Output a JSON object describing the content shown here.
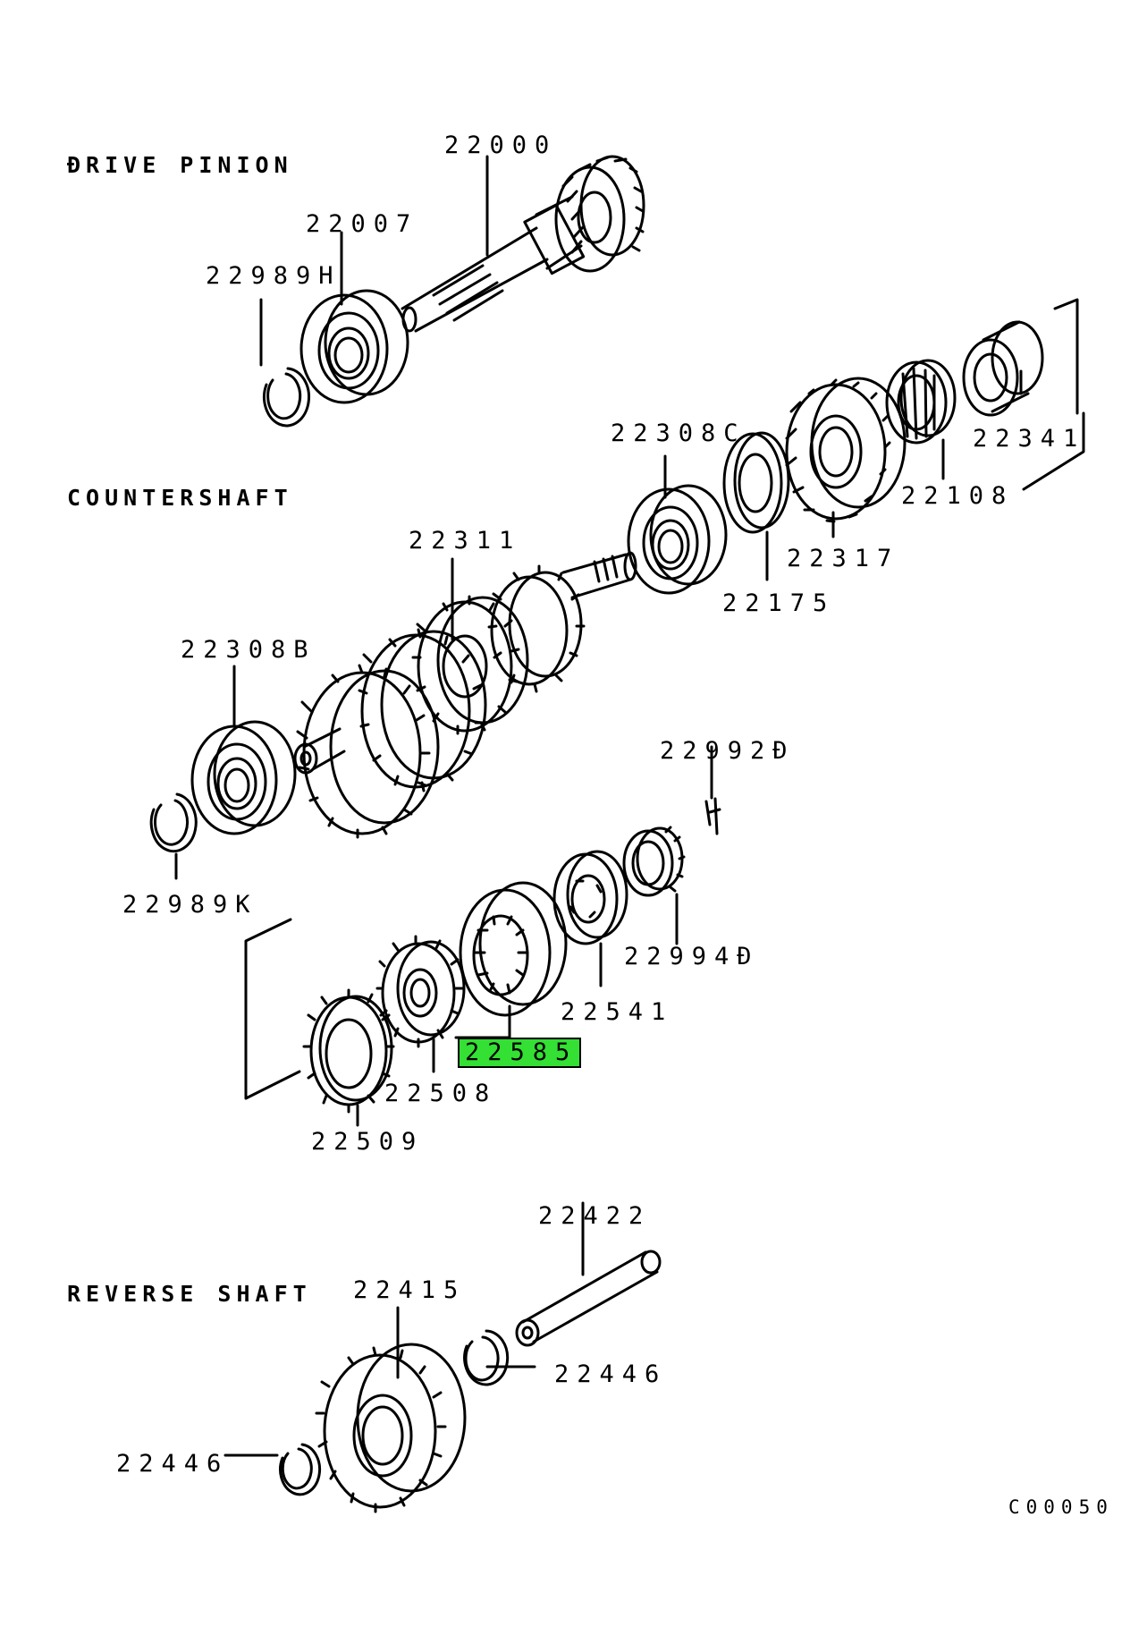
{
  "sections": {
    "drive_pinion": "ĐRIVE PINION",
    "countershaft": "COUNTERSHAFT",
    "reverse_shaft": "REVERSE SHAFT"
  },
  "parts": {
    "p22000": "22000",
    "p22007": "22007",
    "p22989H": "22989H",
    "p22341": "22341",
    "p22108": "22108",
    "p22308C": "22308C",
    "p22317": "22317",
    "p22175": "22175",
    "p22311": "22311",
    "p22308B": "22308B",
    "p22989K": "22989K",
    "p22992D": "22992Đ",
    "p22994D": "22994Đ",
    "p22541": "22541",
    "p22585": "22585",
    "p22508": "22508",
    "p22509": "22509",
    "p22422": "22422",
    "p22415": "22415",
    "p22446a": "22446",
    "p22446b": "22446"
  },
  "highlighted_part": "22585",
  "highlight_color": "#33e033",
  "figure_code": "C00050"
}
